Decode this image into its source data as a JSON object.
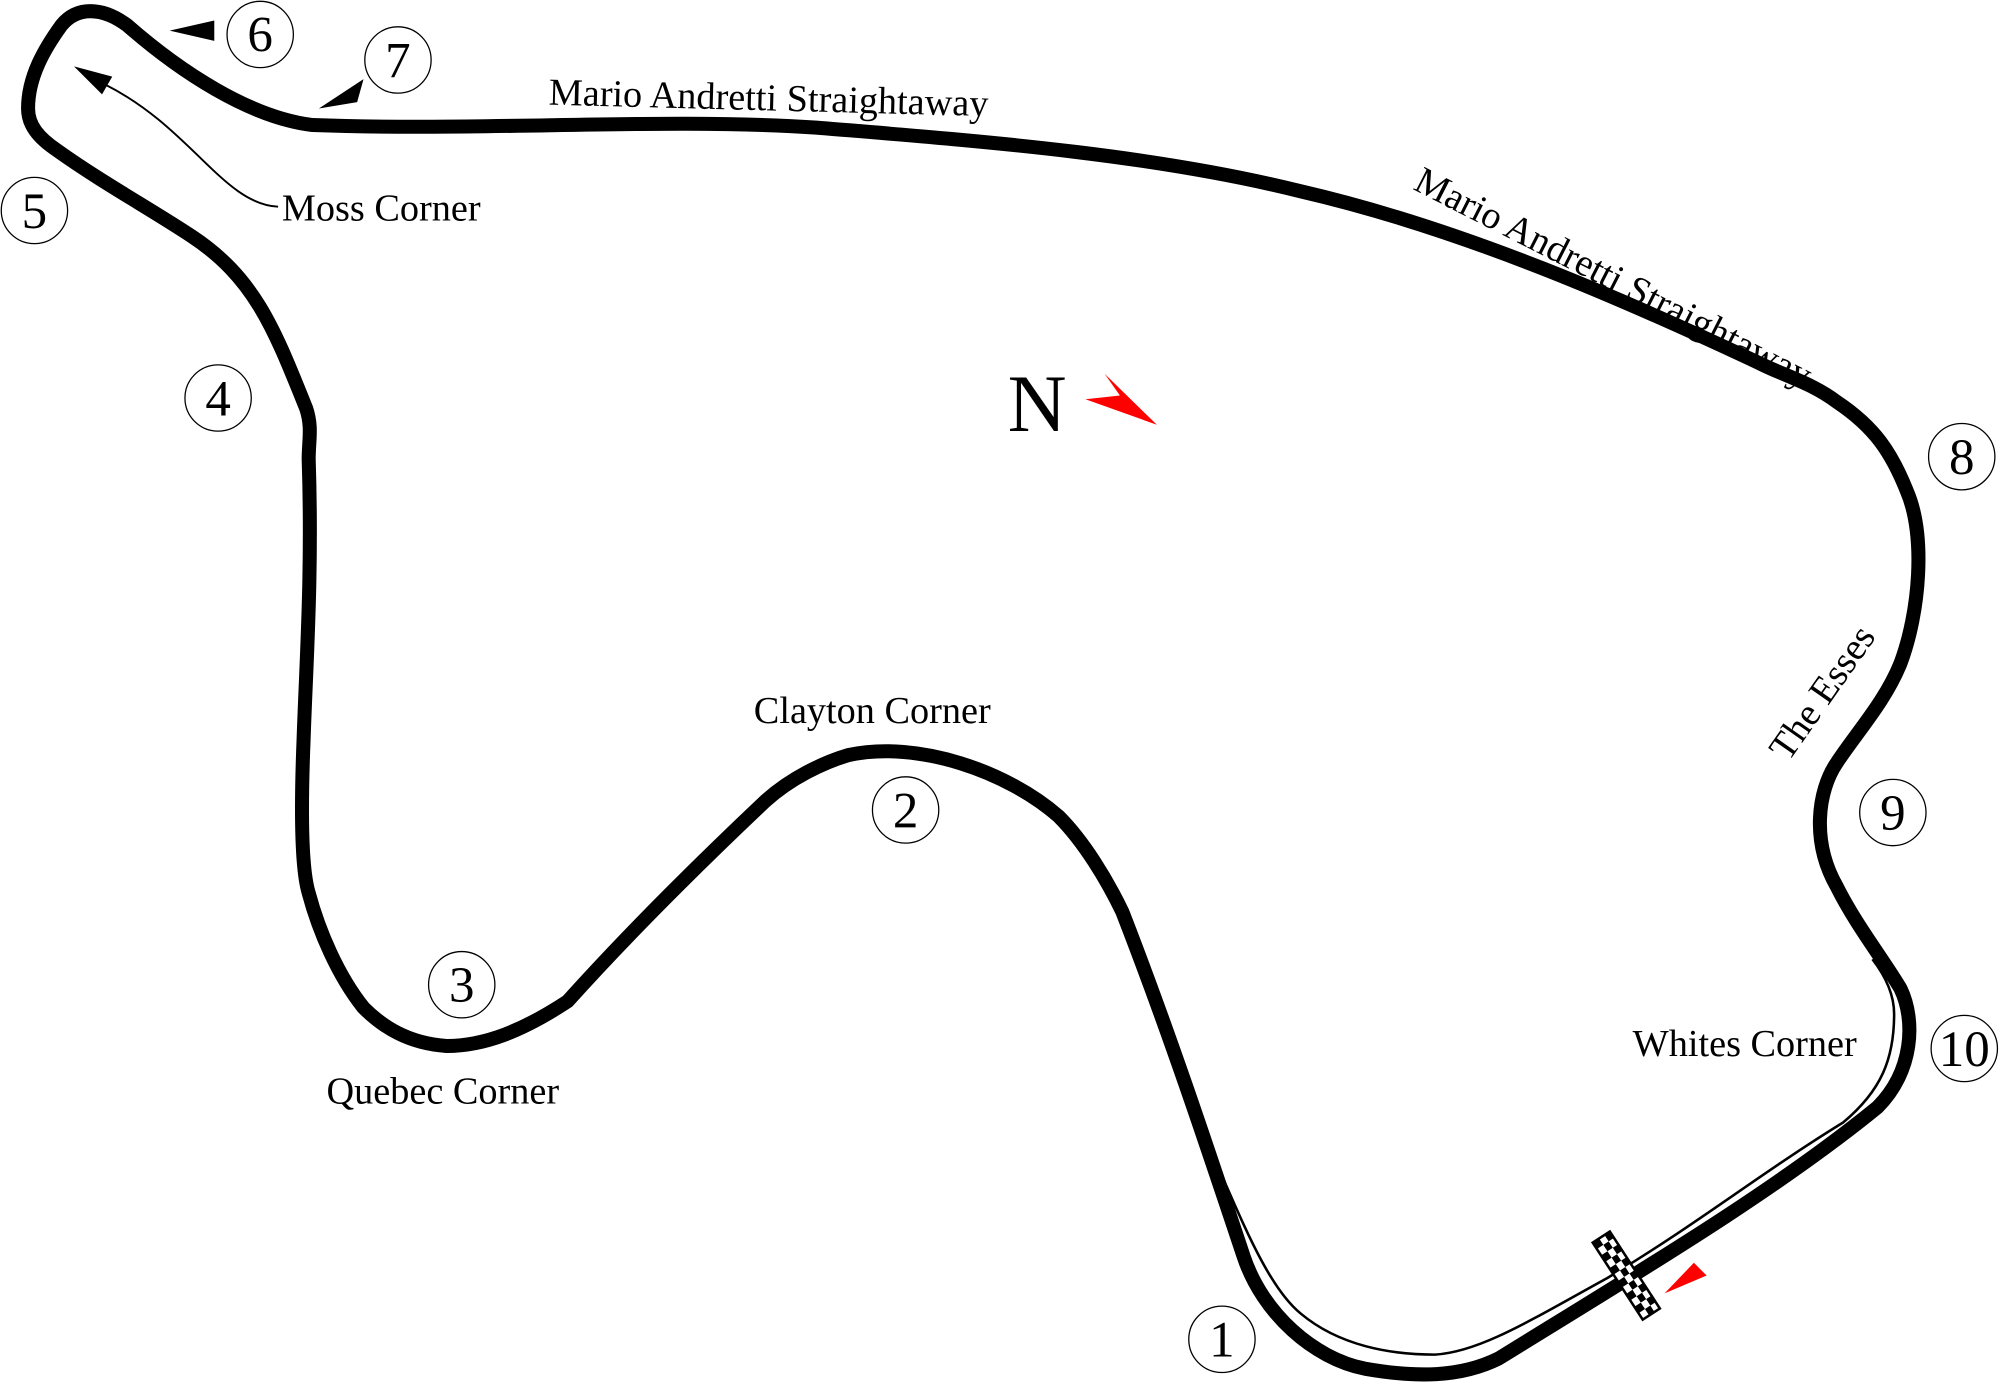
{
  "labels": {
    "straight_top": "Mario Andretti Straightaway",
    "straight_diag": "Mario Andretti Straightaway",
    "moss": "Moss Corner",
    "clayton": "Clayton Corner",
    "quebec": "Quebec Corner",
    "esses": "The Esses",
    "whites": "Whites Corner",
    "north": "N"
  },
  "turns": [
    "1",
    "2",
    "3",
    "4",
    "5",
    "6",
    "7",
    "8",
    "9",
    "10"
  ],
  "colors": {
    "track": "#000000",
    "accent": "#ff0000"
  }
}
